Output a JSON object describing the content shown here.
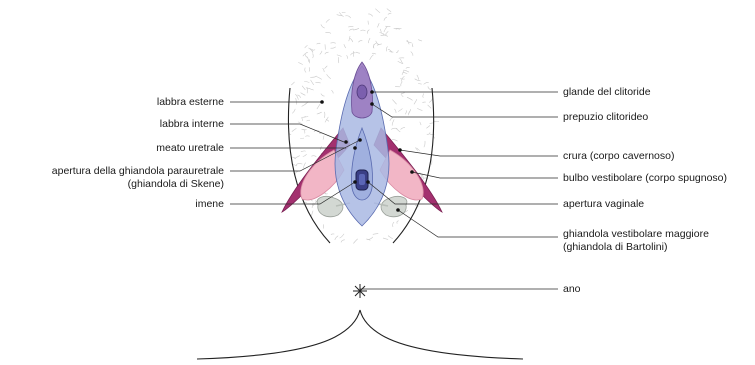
{
  "labels": {
    "left": [
      {
        "id": "labbra-esterne",
        "lines": [
          "labbra esterne"
        ]
      },
      {
        "id": "labbra-interne",
        "lines": [
          "labbra interne"
        ]
      },
      {
        "id": "meato-uretrale",
        "lines": [
          "meato uretrale"
        ]
      },
      {
        "id": "apertura-ghiandola-parauretrale",
        "lines": [
          "apertura della ghiandola parauretrale",
          "(ghiandola di Skene)"
        ]
      },
      {
        "id": "imene",
        "lines": [
          "imene"
        ]
      }
    ],
    "right": [
      {
        "id": "glande-del-clitoride",
        "lines": [
          "glande del clitoride"
        ]
      },
      {
        "id": "prepuzio-clitorideo",
        "lines": [
          "prepuzio clitorideo"
        ]
      },
      {
        "id": "crura",
        "lines": [
          "crura (corpo cavernoso)"
        ]
      },
      {
        "id": "bulbo-vestibolare",
        "lines": [
          "bulbo vestibolare (corpo spugnoso)"
        ]
      },
      {
        "id": "apertura-vaginale",
        "lines": [
          "apertura vaginale"
        ]
      },
      {
        "id": "ghiandola-vestibolare-maggiore",
        "lines": [
          "ghiandola vestibolare maggiore",
          "(ghiandola di Bartolini)"
        ]
      },
      {
        "id": "ano",
        "lines": [
          "ano"
        ]
      }
    ]
  },
  "colors": {
    "crura": "#a3306f",
    "bulb": "#f2b6c6",
    "labia_inner_fill": "#a9b8e3",
    "labia_inner_stroke": "#5a6bb0",
    "clitoris_hood": "#9b7bc0",
    "bartholin": "#d3d8d3",
    "hair": "#c9c9c9",
    "outline": "#222222"
  }
}
